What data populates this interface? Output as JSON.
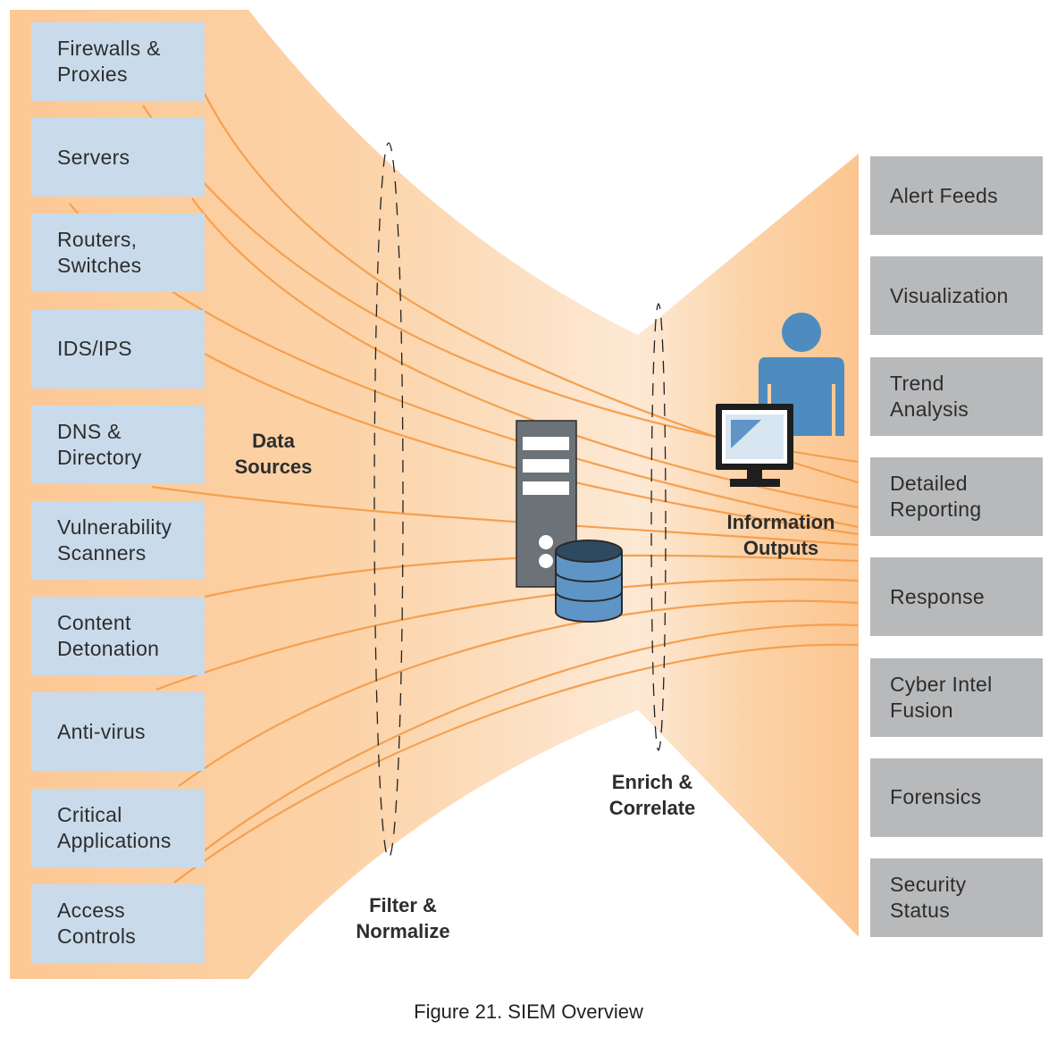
{
  "data_sources": [
    {
      "name": "firewalls-proxies",
      "lines": [
        "Firewalls &",
        "Proxies"
      ]
    },
    {
      "name": "servers",
      "lines": [
        "Servers"
      ]
    },
    {
      "name": "routers-switches",
      "lines": [
        "Routers,",
        "Switches"
      ]
    },
    {
      "name": "ids-ips",
      "lines": [
        "IDS/IPS"
      ]
    },
    {
      "name": "dns-directory",
      "lines": [
        "DNS &",
        "Directory"
      ]
    },
    {
      "name": "vulnerability-scanners",
      "lines": [
        "Vulnerability",
        "Scanners"
      ]
    },
    {
      "name": "content-detonation",
      "lines": [
        "Content",
        "Detonation"
      ]
    },
    {
      "name": "anti-virus",
      "lines": [
        "Anti-virus"
      ]
    },
    {
      "name": "critical-applications",
      "lines": [
        "Critical",
        "Applications"
      ]
    },
    {
      "name": "access-controls",
      "lines": [
        "Access",
        "Controls"
      ]
    }
  ],
  "outputs": [
    {
      "name": "alert-feeds",
      "lines": [
        "Alert Feeds"
      ]
    },
    {
      "name": "visualization",
      "lines": [
        "Visualization"
      ]
    },
    {
      "name": "trend-analysis",
      "lines": [
        "Trend",
        "Analysis"
      ]
    },
    {
      "name": "detailed-reporting",
      "lines": [
        "Detailed",
        "Reporting"
      ]
    },
    {
      "name": "response",
      "lines": [
        "Response"
      ]
    },
    {
      "name": "cyber-intel-fusion",
      "lines": [
        "Cyber Intel",
        "Fusion"
      ]
    },
    {
      "name": "forensics",
      "lines": [
        "Forensics"
      ]
    },
    {
      "name": "security-status",
      "lines": [
        "Security",
        "Status"
      ]
    }
  ],
  "labels": {
    "data_sources": [
      "Data",
      "Sources"
    ],
    "filter_normalize": [
      "Filter &",
      "Normalize"
    ],
    "enrich_correlate": [
      "Enrich &",
      "Correlate"
    ],
    "information_outputs": [
      "Information",
      "Outputs"
    ]
  },
  "caption": "Figure 21. SIEM Overview",
  "colors": {
    "funnel": "#fccb97",
    "funnel_light": "#fde9d2",
    "flow_line": "#f5a050",
    "source_box": "#c9dbeb",
    "output_box": "#b8b9bb",
    "person": "#4e8cbf",
    "server": "#6b7378",
    "database": "#5e95c6"
  },
  "icons": [
    "server-icon",
    "database-icon",
    "person-icon",
    "monitor-icon"
  ]
}
